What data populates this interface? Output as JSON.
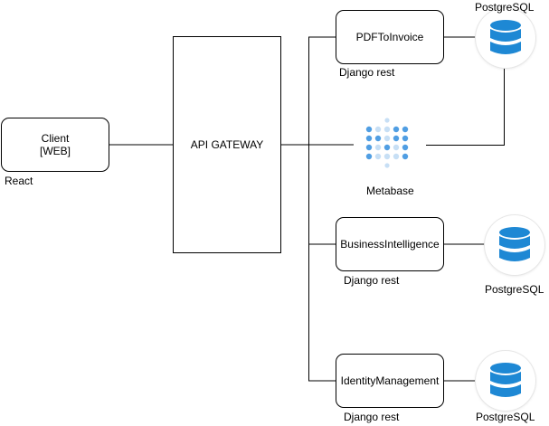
{
  "client": {
    "line1": "Client",
    "line2": "[WEB]",
    "tech": "React"
  },
  "gateway": {
    "label": "API GATEWAY"
  },
  "services": [
    {
      "name": "PDFToInvoice",
      "tech": "Django rest",
      "db": "PostgreSQL"
    },
    {
      "name": "BusinessIntelligence",
      "tech": "Django rest",
      "db": "PostgreSQL"
    },
    {
      "name": "IdentityManagement",
      "tech": "Django rest",
      "db": "PostgreSQL"
    }
  ],
  "metabase": {
    "label": "Metabase"
  },
  "colors": {
    "db_blue": "#1e88d4",
    "metabase_blue": "#509ee3",
    "metabase_light": "#c7dff5",
    "line": "#000000"
  },
  "icons": {
    "database": "database-icon",
    "metabase": "metabase-logo-icon"
  }
}
